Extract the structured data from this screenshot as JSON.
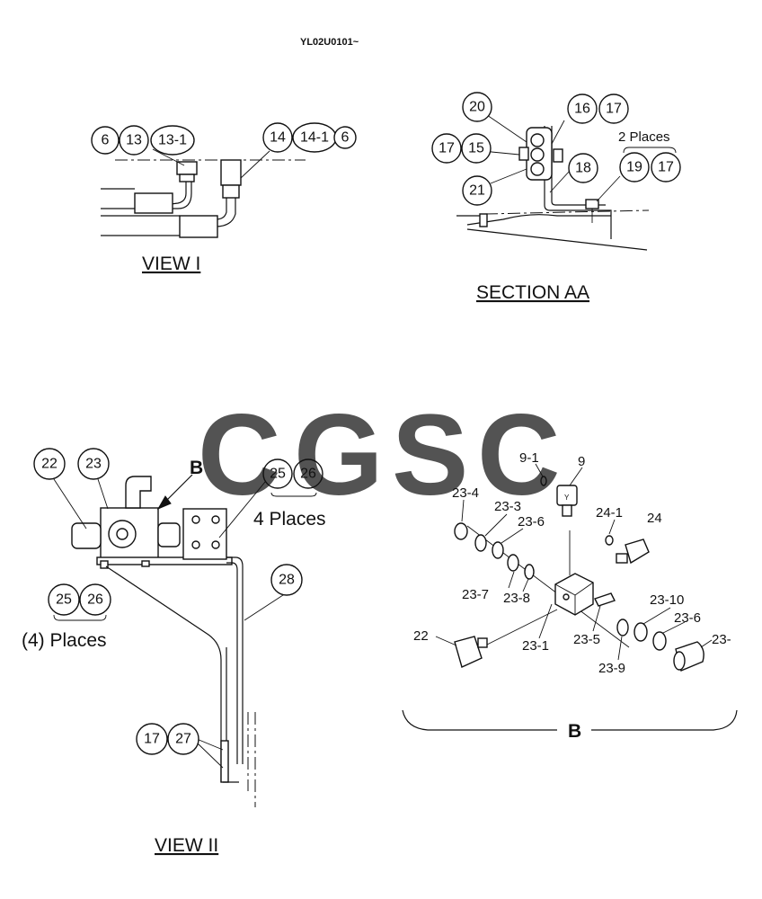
{
  "header": {
    "serial": "YL02U0101~"
  },
  "views": {
    "view1": {
      "title": "VIEW  I",
      "callouts": [
        "6",
        "13",
        "13-1",
        "14",
        "14-1",
        "6"
      ]
    },
    "section_aa": {
      "title": "SECTION  AA",
      "callouts": [
        "20",
        "16",
        "17",
        "17",
        "15",
        "18",
        "21",
        "19",
        "17"
      ],
      "note": "2 Places"
    },
    "view2": {
      "title": "VIEW  II",
      "callouts": [
        "22",
        "23",
        "25",
        "26",
        "25",
        "26",
        "28",
        "17",
        "27"
      ],
      "marker": "B",
      "note_right": "4 Places",
      "note_left": "(4) Places"
    },
    "detail_b": {
      "label": "B",
      "parts": [
        "9-1",
        "9",
        "23-4",
        "23-3",
        "23-6",
        "24-1",
        "24",
        "23-7",
        "23-8",
        "22",
        "23-1",
        "23-5",
        "23-10",
        "23-6",
        "23-",
        "23-9"
      ]
    }
  },
  "watermark": {
    "letters": [
      "C",
      "G",
      "S",
      "C"
    ],
    "colors": [
      "#5a8ff5",
      "#f26b6b",
      "#ffd75a",
      "#4cb07a"
    ]
  }
}
